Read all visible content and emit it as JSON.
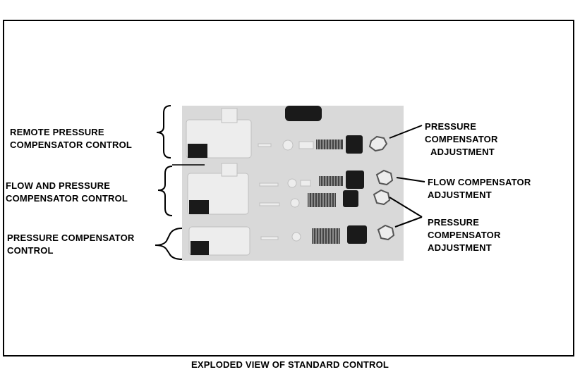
{
  "labels": {
    "remote": [
      "REMOTE PRESSURE",
      "COMPENSATOR CONTROL"
    ],
    "flow_and_pressure": [
      "FLOW AND PRESSURE",
      "COMPENSATOR CONTROL"
    ],
    "pressure_control": [
      "PRESSURE COMPENSATOR",
      "CONTROL"
    ],
    "pressure_adj_top": [
      "PRESSURE",
      "COMPENSATOR",
      "ADJUSTMENT"
    ],
    "flow_adj": [
      "FLOW COMPENSATOR",
      "ADJUSTMENT"
    ],
    "pressure_adj_bottom": [
      "PRESSURE",
      "COMPENSATOR",
      "ADJUSTMENT"
    ]
  },
  "caption": "EXPLODED VIEW OF STANDARD CONTROL",
  "colors": {
    "photo_background": "#d9d9d9",
    "part_light": "#ededed",
    "part_dark": "#1a1a1a",
    "line": "#000000"
  }
}
